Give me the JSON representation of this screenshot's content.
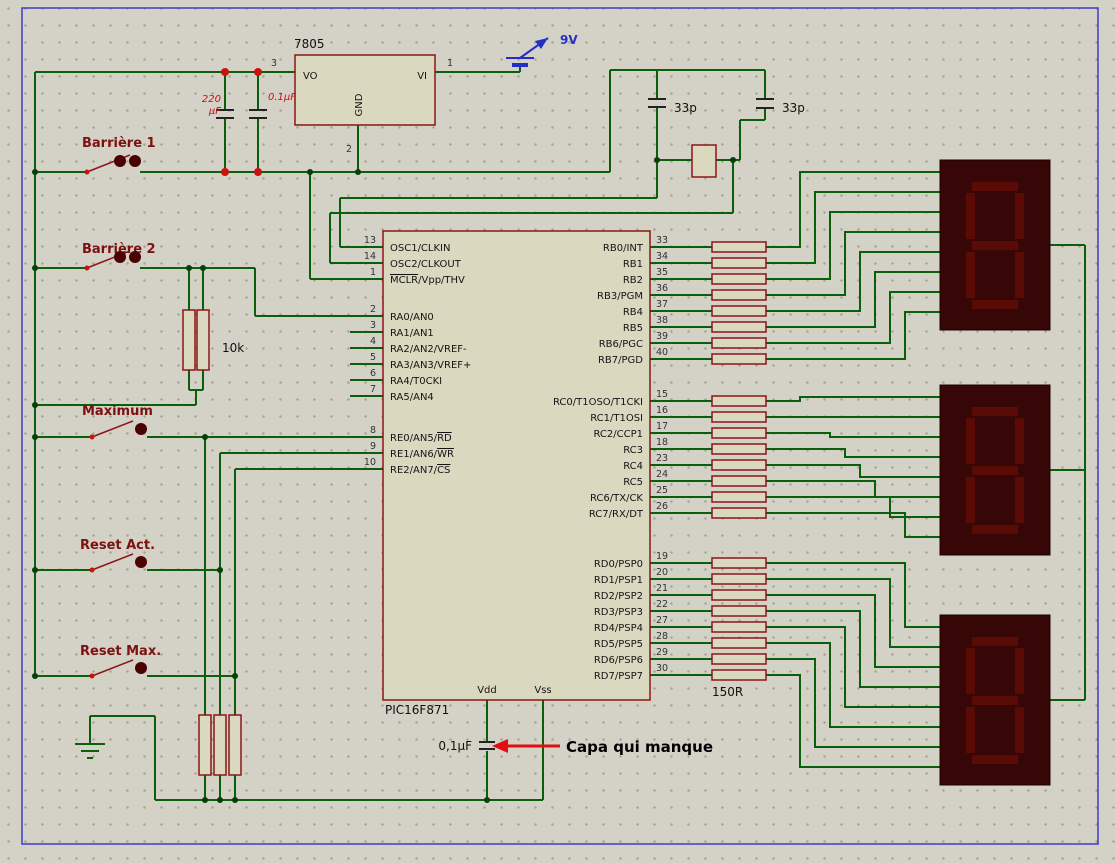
{
  "colors": {
    "wire_green": "#0a5f0a",
    "component_border": "#8b1515",
    "component_fill": "#dbd8c0",
    "display_body": "#370606",
    "display_segment": "#5a0b06",
    "annotation_red": "#e01010",
    "junction_red": "#cc1111",
    "frame_blue": "#3d3dcc",
    "label_maroon": "#7b1111"
  },
  "power": {
    "regulator_ref": "7805",
    "regulator_pins": {
      "vo": "VO",
      "vi": "VI",
      "gnd": "GND",
      "n_out": "3",
      "n_in": "1",
      "n_gnd": "2"
    },
    "battery_label": "9V"
  },
  "capacitors": {
    "c1_line1": "220",
    "c1_line2": "µF",
    "c2_value": "0.1µF",
    "c3_value": "33p",
    "c4_value": "33p",
    "c5_value": "0,1µF"
  },
  "switches": {
    "s1": "Barrière 1",
    "s2": "Barrière 2",
    "s3": "Maximum",
    "s4": "Reset Act.",
    "s5": "Reset Max."
  },
  "resistors": {
    "pull_value": "10k",
    "network_value": "150R"
  },
  "mcu": {
    "ref": "PIC16F871",
    "vdd_label": "Vdd",
    "vss_label": "Vss",
    "left_pins": [
      {
        "num": "13",
        "pre": "OSC1/CLKIN",
        "ol": "",
        "post": ""
      },
      {
        "num": "14",
        "pre": "OSC2/CLKOUT",
        "ol": "",
        "post": ""
      },
      {
        "num": "1",
        "pre": "",
        "ol": "MCLR",
        "post": "/Vpp/THV"
      },
      {
        "num": "2",
        "pre": "RA0/AN0",
        "ol": "",
        "post": ""
      },
      {
        "num": "3",
        "pre": "RA1/AN1",
        "ol": "",
        "post": ""
      },
      {
        "num": "4",
        "pre": "RA2/AN2/VREF-",
        "ol": "",
        "post": ""
      },
      {
        "num": "5",
        "pre": "RA3/AN3/VREF+",
        "ol": "",
        "post": ""
      },
      {
        "num": "6",
        "pre": "RA4/T0CKI",
        "ol": "",
        "post": ""
      },
      {
        "num": "7",
        "pre": "RA5/AN4",
        "ol": "",
        "post": ""
      },
      {
        "num": "8",
        "pre": "RE0/AN5/",
        "ol": "RD",
        "post": ""
      },
      {
        "num": "9",
        "pre": "RE1/AN6/",
        "ol": "WR",
        "post": ""
      },
      {
        "num": "10",
        "pre": "RE2/AN7/",
        "ol": "CS",
        "post": ""
      }
    ],
    "right_pins": [
      {
        "num": "33",
        "name": "RB0/INT"
      },
      {
        "num": "34",
        "name": "RB1"
      },
      {
        "num": "35",
        "name": "RB2"
      },
      {
        "num": "36",
        "name": "RB3/PGM"
      },
      {
        "num": "37",
        "name": "RB4"
      },
      {
        "num": "38",
        "name": "RB5"
      },
      {
        "num": "39",
        "name": "RB6/PGC"
      },
      {
        "num": "40",
        "name": "RB7/PGD"
      },
      {
        "num": "15",
        "name": "RC0/T1OSO/T1CKI"
      },
      {
        "num": "16",
        "name": "RC1/T1OSI"
      },
      {
        "num": "17",
        "name": "RC2/CCP1"
      },
      {
        "num": "18",
        "name": "RC3"
      },
      {
        "num": "23",
        "name": "RC4"
      },
      {
        "num": "24",
        "name": "RC5"
      },
      {
        "num": "25",
        "name": "RC6/TX/CK"
      },
      {
        "num": "26",
        "name": "RC7/RX/DT"
      },
      {
        "num": "19",
        "name": "RD0/PSP0"
      },
      {
        "num": "20",
        "name": "RD1/PSP1"
      },
      {
        "num": "21",
        "name": "RD2/PSP2"
      },
      {
        "num": "22",
        "name": "RD3/PSP3"
      },
      {
        "num": "27",
        "name": "RD4/PSP4"
      },
      {
        "num": "28",
        "name": "RD5/PSP5"
      },
      {
        "num": "29",
        "name": "RD6/PSP6"
      },
      {
        "num": "30",
        "name": "RD7/PSP7"
      }
    ]
  },
  "displays": {
    "digit": "8"
  },
  "annotation": {
    "text": "Capa qui manque"
  }
}
